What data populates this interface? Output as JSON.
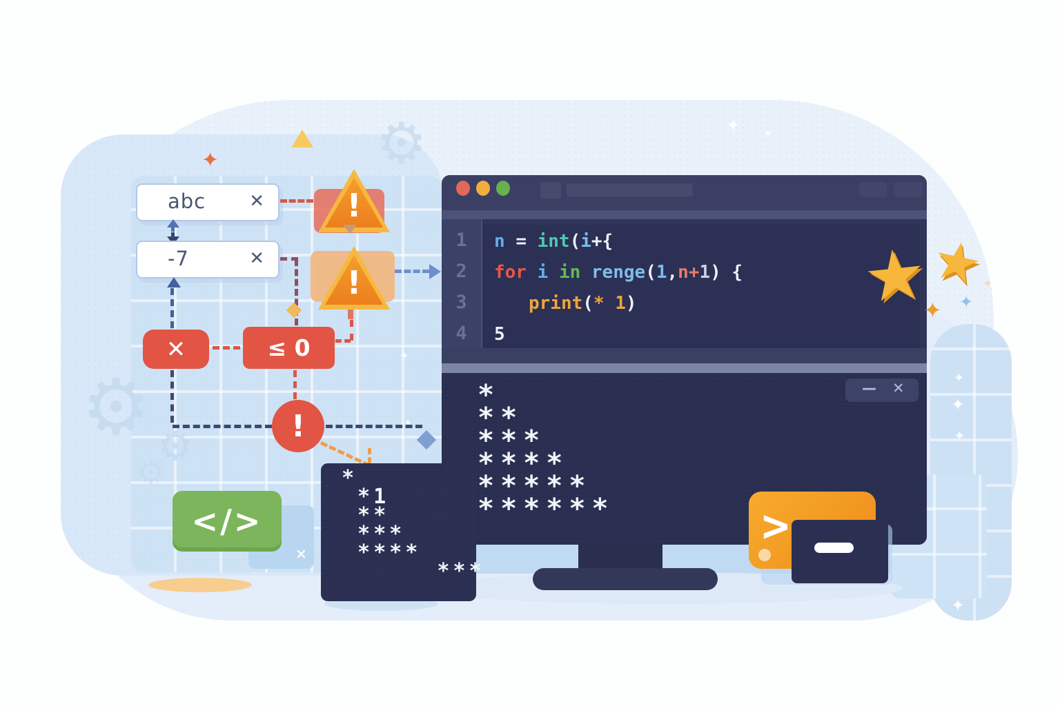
{
  "window": {
    "traffic_lights": [
      "#e2685a",
      "#f0ae3e",
      "#66b04e"
    ],
    "editor": {
      "line_numbers": [
        "1",
        "2",
        "3",
        "4"
      ],
      "code_lines": [
        {
          "indent": 0,
          "tokens": [
            {
              "t": "n ",
              "c": "blue"
            },
            {
              "t": "= ",
              "c": "white"
            },
            {
              "t": "int",
              "c": "teal"
            },
            {
              "t": "(",
              "c": "white"
            },
            {
              "t": "i",
              "c": "lightblue"
            },
            {
              "t": "+{",
              "c": "white"
            }
          ]
        },
        {
          "indent": 0,
          "tokens": [
            {
              "t": "for",
              "c": "red"
            },
            {
              "t": " ",
              "c": "white"
            },
            {
              "t": "i",
              "c": "blue"
            },
            {
              "t": " ",
              "c": "white"
            },
            {
              "t": "in",
              "c": "green"
            },
            {
              "t": " ",
              "c": "white"
            },
            {
              "t": "renge",
              "c": "lightblue"
            },
            {
              "t": "(",
              "c": "white"
            },
            {
              "t": "1",
              "c": "lightblue"
            },
            {
              "t": ",",
              "c": "white"
            },
            {
              "t": "n+",
              "c": "salmon"
            },
            {
              "t": "1",
              "c": "gray"
            },
            {
              "t": ") {",
              "c": "white"
            }
          ]
        },
        {
          "indent": 1,
          "tokens": [
            {
              "t": "print",
              "c": "orange"
            },
            {
              "t": "(",
              "c": "white"
            },
            {
              "t": "* 1",
              "c": "orange"
            },
            {
              "t": ")",
              "c": "white"
            }
          ]
        },
        {
          "indent": 0,
          "tokens": [
            {
              "t": "5",
              "c": "white"
            }
          ]
        }
      ]
    },
    "output": {
      "rows": [
        "*",
        "**",
        "***",
        "****",
        "*****",
        "******"
      ],
      "minimize_label": "—",
      "close_label": "✕"
    }
  },
  "flowchart": {
    "input_text": {
      "value": "abc",
      "clear_label": "✕"
    },
    "input_number": {
      "value": "-7",
      "clear_label": "✕"
    },
    "error_badge_label": "✕",
    "condition_label": "≤ 0",
    "alert_label": "!",
    "warning_label": "!"
  },
  "mini_terminal": {
    "rows": [
      "*",
      " *1",
      " **",
      " ***",
      " ****",
      "      ***"
    ]
  },
  "code_badge_label": "</>",
  "terminal_icon": {
    "prompt": ">",
    "cursor": "_"
  },
  "decor": {
    "star_glyph": "★",
    "sparkle_glyph": "✦",
    "gear_glyph": "⚙"
  },
  "colors": {
    "accent_red": "#e25443",
    "accent_orange": "#f0941f",
    "accent_green": "#7cb55c",
    "navy": "#2c3155",
    "yellow": "#f6b93f",
    "syntax": {
      "red": "#e8564a",
      "blue": "#64aee6",
      "lightblue": "#7dbdea",
      "teal": "#4ec9b0",
      "green": "#63b954",
      "orange": "#eda53d",
      "white": "#eef0f6",
      "salmon": "#e87a6a",
      "gray": "#ccd1e0"
    }
  }
}
